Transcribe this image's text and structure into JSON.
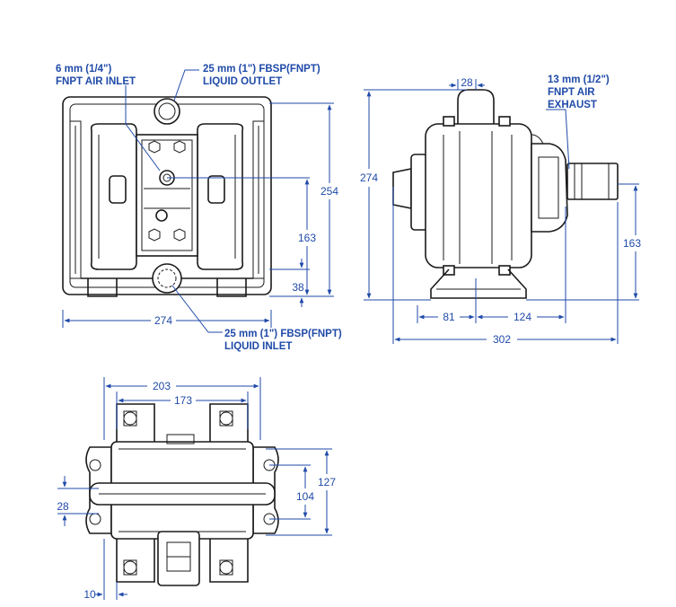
{
  "front_view": {
    "air_inlet_label": [
      "6 mm (1/4\")",
      "FNPT AIR INLET"
    ],
    "liquid_outlet_label": [
      "25 mm (1\") FBSP(FNPT)",
      "LIQUID OUTLET"
    ],
    "liquid_inlet_label": [
      "25 mm (1\") FBSP(FNPT)",
      "LIQUID INLET"
    ],
    "dim_width": "274",
    "dim_height": "254",
    "dim_center_height": "163",
    "dim_inlet_height": "38"
  },
  "side_view": {
    "dim_top": "28",
    "air_exhaust_label": [
      "13 mm (1/2\")",
      "FNPT AIR",
      "EXHAUST"
    ],
    "dim_height": "274",
    "dim_center_height": "163",
    "dim_left": "81",
    "dim_right": "124",
    "dim_total_width": "302"
  },
  "bottom_view": {
    "dim_outer": "203",
    "dim_inner": "173",
    "dim_height_outer": "127",
    "dim_height_inner": "104",
    "dim_slot": "28",
    "dim_edge": "10"
  }
}
